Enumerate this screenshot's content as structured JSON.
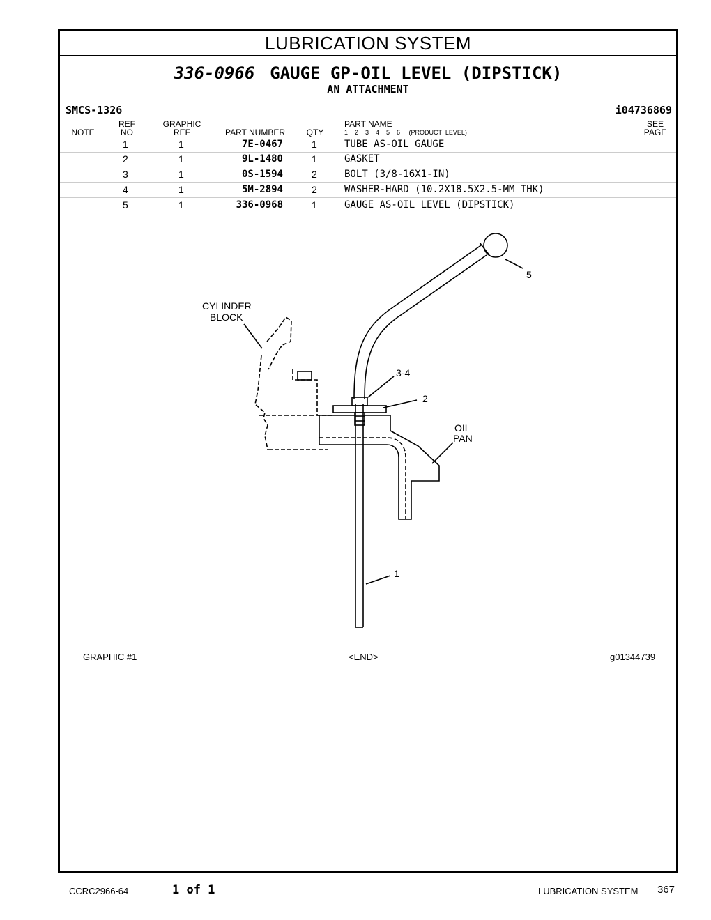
{
  "section_title": "LUBRICATION SYSTEM",
  "part_header": {
    "part_number": "336-0966",
    "part_name": "GAUGE GP-OIL LEVEL (DIPSTICK)",
    "subtitle": "AN ATTACHMENT"
  },
  "smcs": "SMCS-1326",
  "info_id": "i04736869",
  "columns": {
    "note": "NOTE",
    "ref_no_1": "REF",
    "ref_no_2": "NO",
    "graphic_ref_1": "GRAPHIC",
    "graphic_ref_2": "REF",
    "part_number": "PART NUMBER",
    "qty": "QTY",
    "part_name": "PART NAME",
    "product_levels": "1    2    3    4    5    6     (PRODUCT  LEVEL)",
    "see_page_1": "SEE",
    "see_page_2": "PAGE"
  },
  "parts": [
    {
      "ref": "1",
      "graphic": "1",
      "part_number": "7E-0467",
      "qty": "1",
      "name": "TUBE AS-OIL GAUGE"
    },
    {
      "ref": "2",
      "graphic": "1",
      "part_number": "9L-1480",
      "qty": "1",
      "name": "GASKET"
    },
    {
      "ref": "3",
      "graphic": "1",
      "part_number": "0S-1594",
      "qty": "2",
      "name": "BOLT (3/8-16X1-IN)"
    },
    {
      "ref": "4",
      "graphic": "1",
      "part_number": "5M-2894",
      "qty": "2",
      "name": "WASHER-HARD (10.2X18.5X2.5-MM THK)"
    },
    {
      "ref": "5",
      "graphic": "1",
      "part_number": "336-0968",
      "qty": "1",
      "name": "GAUGE AS-OIL LEVEL (DIPSTICK)"
    }
  ],
  "drawing": {
    "label_cylinder_1": "CYLINDER",
    "label_cylinder_2": "BLOCK",
    "label_oil_1": "OIL",
    "label_oil_2": "PAN",
    "callout_5": "5",
    "callout_34": "3-4",
    "callout_2": "2",
    "callout_1": "1"
  },
  "graphic_footer": {
    "left": "GRAPHIC #1",
    "center": "<END>",
    "right": "g01344739"
  },
  "page_footer": {
    "doc_id": "CCRC2966-64",
    "page_of": "1 of 1",
    "section": "LUBRICATION SYSTEM",
    "page_number": "367"
  }
}
